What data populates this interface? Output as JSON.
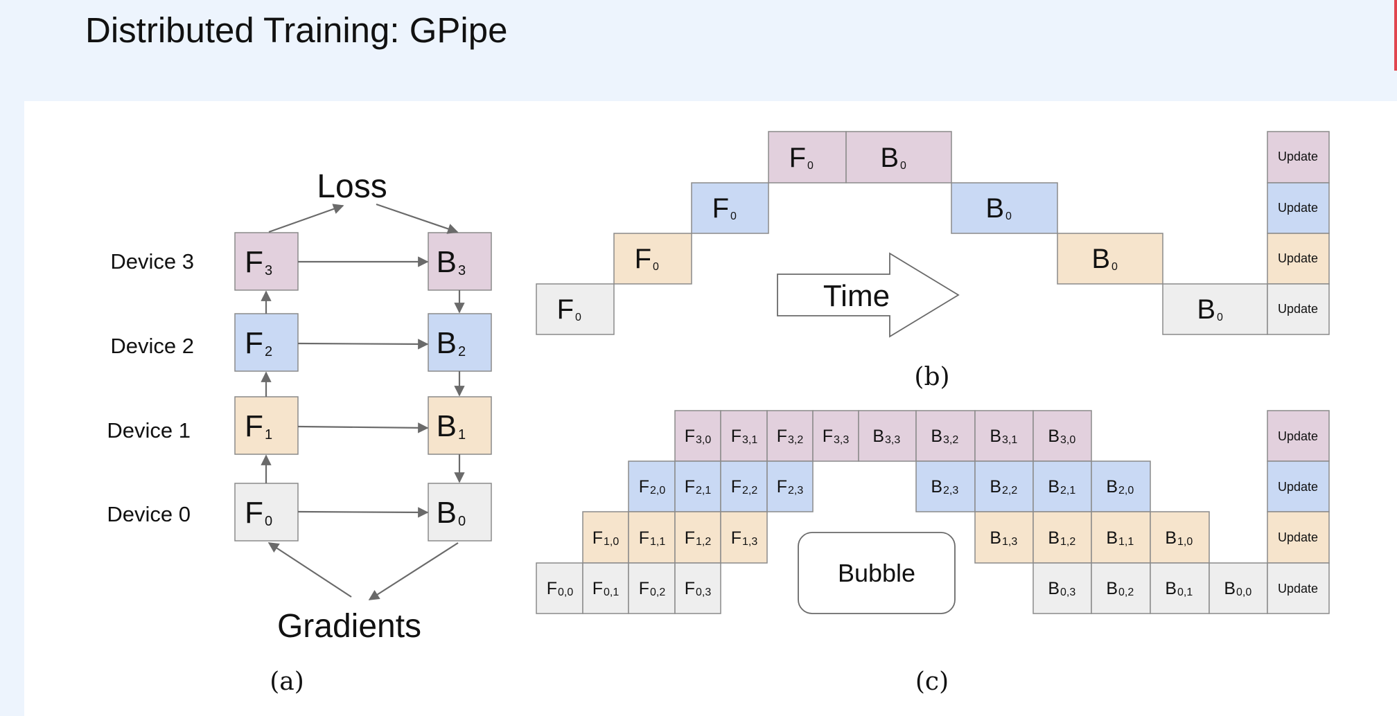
{
  "slide": {
    "title": "Distributed Training: GPipe"
  },
  "colors": {
    "dev3": "#e2d0dd",
    "dev2": "#c9d9f4",
    "dev1": "#f6e4cc",
    "dev0": "#eeeeee",
    "border": "#8a8a8a"
  },
  "panel_a": {
    "caption": "(a)",
    "loss_label": "Loss",
    "gradients_label": "Gradients",
    "devices": [
      {
        "label": "Device 3",
        "forward": "F",
        "forward_sub": "3",
        "backward": "B",
        "backward_sub": "3",
        "color": "#e2d0dd"
      },
      {
        "label": "Device 2",
        "forward": "F",
        "forward_sub": "2",
        "backward": "B",
        "backward_sub": "2",
        "color": "#c9d9f4"
      },
      {
        "label": "Device 1",
        "forward": "F",
        "forward_sub": "1",
        "backward": "B",
        "backward_sub": "1",
        "color": "#f6e4cc"
      },
      {
        "label": "Device 0",
        "forward": "F",
        "forward_sub": "0",
        "backward": "B",
        "backward_sub": "0",
        "color": "#eeeeee"
      }
    ]
  },
  "panel_b": {
    "caption": "(b)",
    "time_label": "Time",
    "update_label": "Update",
    "forward_cells": [
      {
        "text": "F",
        "sub": "0",
        "device": 0
      },
      {
        "text": "F",
        "sub": "0",
        "device": 1
      },
      {
        "text": "F",
        "sub": "0",
        "device": 2
      },
      {
        "text": "F",
        "sub": "0",
        "device": 3
      }
    ],
    "backward_cells": [
      {
        "text": "B",
        "sub": "0",
        "device": 3
      },
      {
        "text": "B",
        "sub": "0",
        "device": 2
      },
      {
        "text": "B",
        "sub": "0",
        "device": 1
      },
      {
        "text": "B",
        "sub": "0",
        "device": 0
      }
    ]
  },
  "panel_c": {
    "caption": "(c)",
    "bubble_label": "Bubble",
    "update_label": "Update",
    "forward_rows": [
      {
        "device": 3,
        "cells": [
          "3,0",
          "3,1",
          "3,2",
          "3,3"
        ]
      },
      {
        "device": 2,
        "cells": [
          "2,0",
          "2,1",
          "2,2",
          "2,3"
        ]
      },
      {
        "device": 1,
        "cells": [
          "1,0",
          "1,1",
          "1,2",
          "1,3"
        ]
      },
      {
        "device": 0,
        "cells": [
          "0,0",
          "0,1",
          "0,2",
          "0,3"
        ]
      }
    ],
    "backward_rows": [
      {
        "device": 3,
        "cells": [
          "3,3",
          "3,2",
          "3,1",
          "3,0"
        ]
      },
      {
        "device": 2,
        "cells": [
          "2,3",
          "2,2",
          "2,1",
          "2,0"
        ]
      },
      {
        "device": 1,
        "cells": [
          "1,3",
          "1,2",
          "1,1",
          "1,0"
        ]
      },
      {
        "device": 0,
        "cells": [
          "0,3",
          "0,2",
          "0,1",
          "0,0"
        ]
      }
    ]
  }
}
